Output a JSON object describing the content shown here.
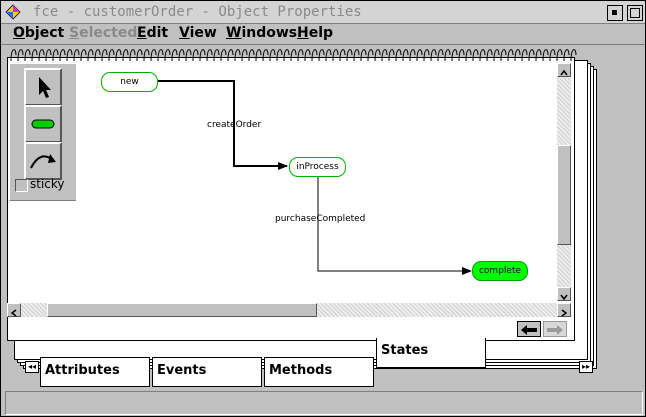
{
  "window": {
    "title": "fce - customerOrder - Object Properties"
  },
  "menu": [
    {
      "label": "Object",
      "enabled": true
    },
    {
      "label": "Selected",
      "enabled": false
    },
    {
      "label": "Edit",
      "enabled": true
    },
    {
      "label": "View",
      "enabled": true
    },
    {
      "label": "Windows",
      "enabled": true
    },
    {
      "label": "Help",
      "enabled": true
    }
  ],
  "palette": {
    "tools": [
      "arrow-pointer-icon",
      "state-tool-icon",
      "transition-tool-icon"
    ],
    "sticky_label": "sticky",
    "sticky_checked": false
  },
  "diagram": {
    "states": [
      {
        "id": "new",
        "label": "new",
        "current": false
      },
      {
        "id": "inProcess",
        "label": "inProcess",
        "current": false
      },
      {
        "id": "complete",
        "label": "complete",
        "current": true
      }
    ],
    "transitions": [
      {
        "from": "new",
        "to": "inProcess",
        "label": "createOrder"
      },
      {
        "from": "inProcess",
        "to": "complete",
        "label": "purchaseCompleted"
      }
    ],
    "state_border_color": "#00b000",
    "current_state_fill": "#00ff00"
  },
  "tabs": {
    "active": "States",
    "items": [
      {
        "label": "Attributes"
      },
      {
        "label": "Events"
      },
      {
        "label": "Methods"
      },
      {
        "label": "States"
      }
    ],
    "scroll_left": "◂◂",
    "scroll_right": "▸▸"
  },
  "page_nav": {
    "prev": "prev-page-arrow-icon",
    "next": "next-page-arrow-icon"
  }
}
